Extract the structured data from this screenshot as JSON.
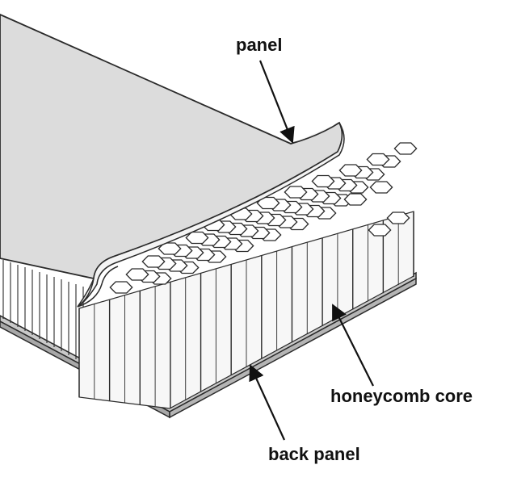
{
  "labels": {
    "panel": "panel",
    "honeycomb_core": "honeycomb core",
    "back_panel": "back panel"
  },
  "colors": {
    "stroke": "#2a2a2a",
    "panel_fill": "#dcdcdc",
    "panel_edge_fill": "#f4f4f4",
    "cell_fill": "#ffffff",
    "base_fill": "#bfbfbf",
    "arrow": "#111111"
  }
}
